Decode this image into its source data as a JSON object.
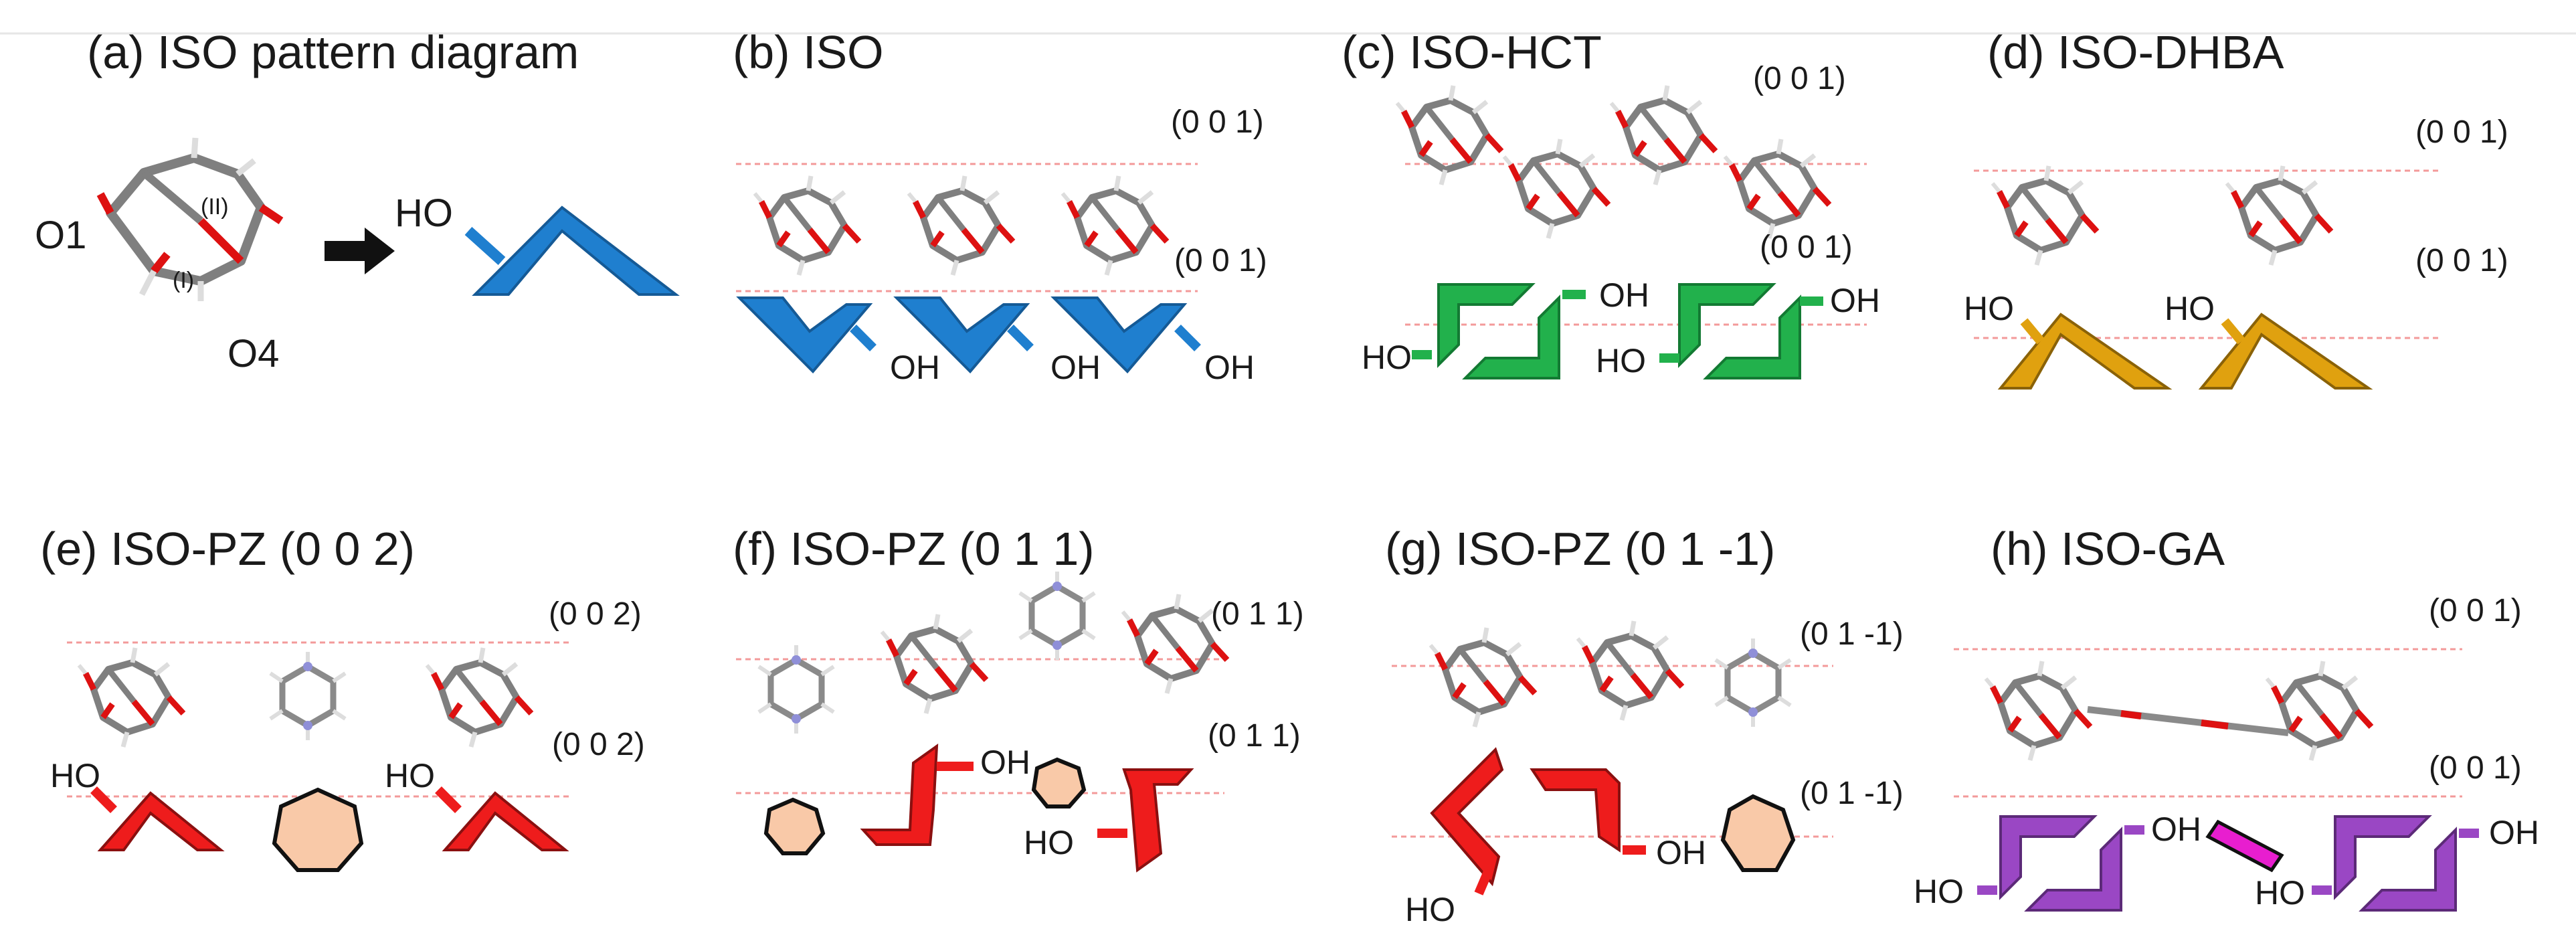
{
  "colors": {
    "iso": "#1f7fcf",
    "hct": "#22b14c",
    "dhba": "#e0a10f",
    "pz": "#ee1c1c",
    "pz_ring": "#f9c9a8",
    "ga": "#9a47c4",
    "ga_linker": "#e81ecf",
    "plane_line": "#f39a9a",
    "oxygen": "#dd1111",
    "carbon": "#8a8a8a",
    "nitrogen": "#8f8fd8"
  },
  "panels": [
    {
      "id": "a",
      "title": "(a) ISO pattern diagram",
      "atoms": [
        "O1",
        "O4"
      ],
      "rings": [
        "(I)",
        "(II)"
      ],
      "groups": [
        "HO"
      ],
      "arrow_icon": "right-arrow-icon",
      "planes": []
    },
    {
      "id": "b",
      "title": "(b) ISO",
      "planes": [
        "(0 0 1)",
        "(0 0 1)"
      ],
      "groups": [
        "OH",
        "OH",
        "OH"
      ]
    },
    {
      "id": "c",
      "title": "(c) ISO-HCT",
      "planes": [
        "(0 0 1)",
        "(0 0 1)"
      ],
      "groups": [
        "OH",
        "OH",
        "HO",
        "HO"
      ]
    },
    {
      "id": "d",
      "title": "(d) ISO-DHBA",
      "planes": [
        "(0 0 1)",
        "(0 0 1)"
      ],
      "groups": [
        "HO",
        "HO"
      ]
    },
    {
      "id": "e",
      "title": "(e) ISO-PZ (0 0 2)",
      "planes": [
        "(0 0 2)",
        "(0 0 2)"
      ],
      "groups": [
        "HO",
        "HO"
      ]
    },
    {
      "id": "f",
      "title": "(f) ISO-PZ (0 1 1)",
      "planes": [
        "(0 1 1)",
        "(0 1 1)"
      ],
      "groups": [
        "OH",
        "HO"
      ]
    },
    {
      "id": "g",
      "title": "(g) ISO-PZ (0 1 -1)",
      "planes": [
        "(0 1 -1)",
        "(0 1 -1)"
      ],
      "groups": [
        "OH",
        "HO"
      ]
    },
    {
      "id": "h",
      "title": "(h) ISO-GA",
      "planes": [
        "(0 0 1)",
        "(0 0 1)"
      ],
      "groups": [
        "OH",
        "OH",
        "HO",
        "HO"
      ]
    }
  ]
}
